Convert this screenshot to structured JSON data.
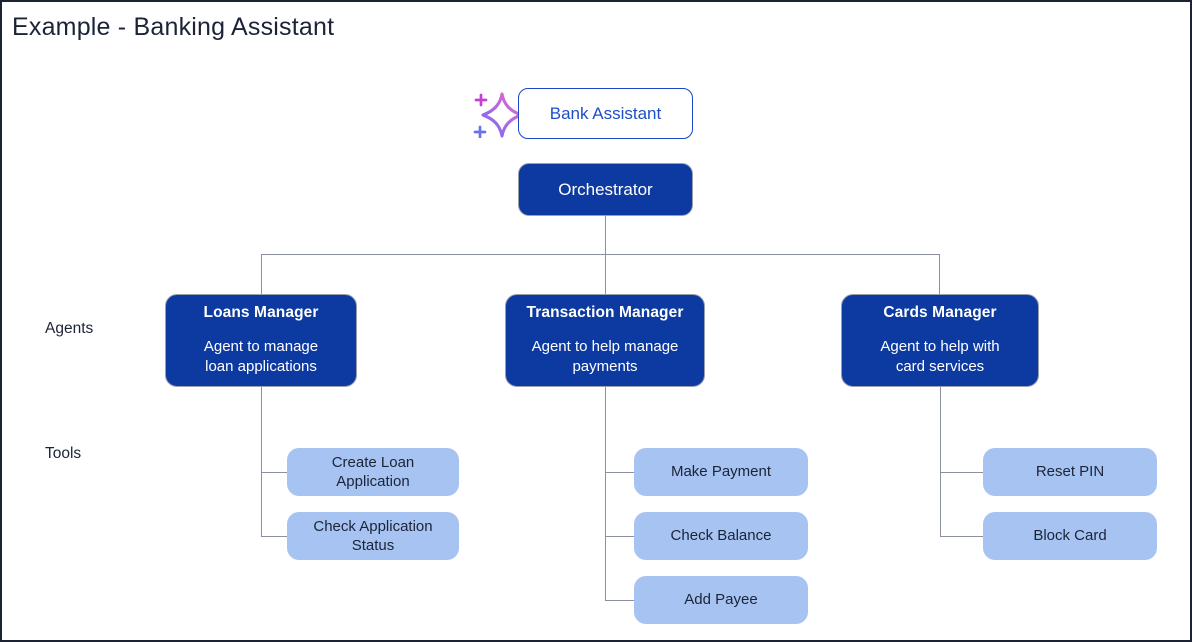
{
  "title": "Example - Banking Assistant",
  "assistant": {
    "label": "Bank Assistant",
    "icon": "sparkle-icon"
  },
  "orchestrator": {
    "label": "Orchestrator"
  },
  "row_labels": {
    "agents": "Agents",
    "tools": "Tools"
  },
  "agents": [
    {
      "name": "Loans Manager",
      "description": "Agent to manage loan applications",
      "tools": [
        "Create Loan Application",
        "Check Application Status"
      ]
    },
    {
      "name": "Transaction Manager",
      "description": "Agent to help manage payments",
      "tools": [
        "Make Payment",
        "Check Balance",
        "Add Payee"
      ]
    },
    {
      "name": "Cards Manager",
      "description": "Agent to help with card services",
      "tools": [
        "Reset PIN",
        "Block Card"
      ]
    }
  ],
  "colors": {
    "agent_box": "#0d3aa0",
    "tool_box": "#a6c3f2",
    "assistant_border": "#1b46c4",
    "assistant_text": "#1d4fc8",
    "connector_line": "#8a909d",
    "title_text": "#1b2337",
    "frame_border": "#1c2333",
    "sparkle_blue": "#6673f0",
    "sparkle_pink": "#c93ed6"
  }
}
